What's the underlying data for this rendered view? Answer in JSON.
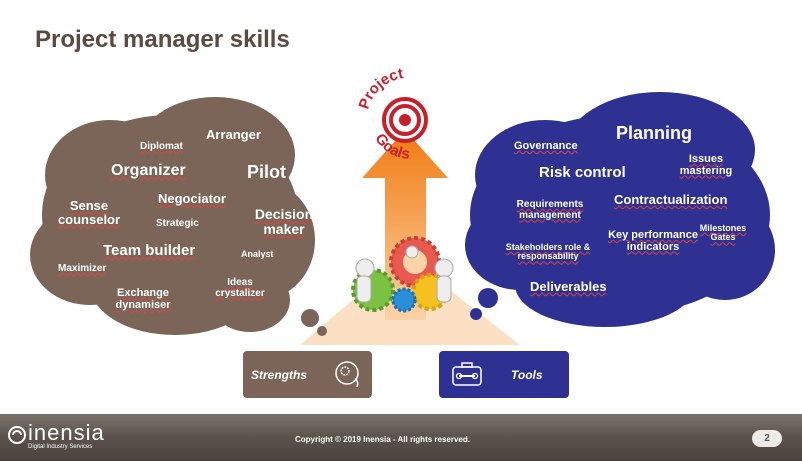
{
  "slide": {
    "title": "Project manager skills",
    "goal_line1": "Project",
    "goal_line2": "Goals"
  },
  "strengths": {
    "label": "Strengths",
    "words": [
      "Diplomat",
      "Arranger",
      "Organizer",
      "Pilot",
      "Sense counselor",
      "Negociator",
      "Strategic",
      "Decision maker",
      "Team builder",
      "Analyst",
      "Maximizer",
      "Ideas crystalizer",
      "Exchange dynamiser"
    ]
  },
  "tools": {
    "label": "Tools",
    "words": [
      "Planning",
      "Governance",
      "Issues mastering",
      "Risk control",
      "Contractualization",
      "Requirements management",
      "Key performance indicators",
      "Milestones Gates",
      "Stakeholders role & responsability",
      "Deliverables"
    ]
  },
  "footer": {
    "logo": "inensia",
    "logo_sub": "Digital Industry Services",
    "copyright": "Copyright © 2019 Inensia - All rights reserved.",
    "page_number": "2"
  },
  "colors": {
    "strengths_cloud": "#7a6558",
    "tools_cloud": "#2e3192",
    "arrow": "#f08a24",
    "title": "#5a4a42"
  }
}
